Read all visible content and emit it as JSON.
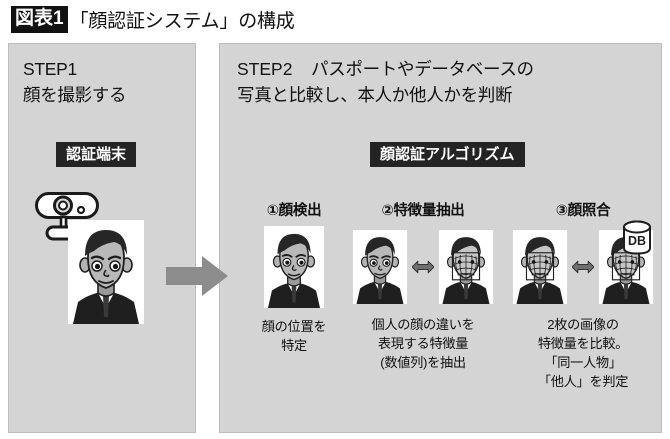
{
  "title": {
    "badge": "図表1",
    "text": "「顔認証システム」の構成"
  },
  "colors": {
    "panel_bg": "#d4d4d4",
    "panel_border": "#bdbdbd",
    "tag_bg": "#242424",
    "tag_text": "#ffffff",
    "arrow_fill": "#8c8c8c",
    "page_bg": "#ffffff",
    "text": "#111111"
  },
  "step1": {
    "heading": "STEP1",
    "subheading": "顔を撮影する",
    "tag": "認証端末",
    "camera_icon": "security-camera-icon",
    "photo_alt": "man-portrait-photo"
  },
  "step2": {
    "heading": "STEP2",
    "subheading_line1": "パスポートやデータベースの",
    "subheading_line2": "写真と比較し、本人か他人かを判断",
    "tag": "顔認証アルゴリズム",
    "db_badge": "DB",
    "substeps": [
      {
        "title": "①顔検出",
        "caption_lines": [
          "顔の位置を",
          "特定"
        ],
        "images": [
          "portrait-plain"
        ],
        "arrow": false
      },
      {
        "title": "②特徴量抽出",
        "caption_lines": [
          "個人の顔の違いを",
          "表現する特徴量",
          "(数値列)を抽出"
        ],
        "images": [
          "portrait-plain",
          "portrait-mesh"
        ],
        "arrow": true
      },
      {
        "title": "③顔照合",
        "caption_lines": [
          "2枚の画像の",
          "特徴量を比較。",
          "「同一人物」",
          "「他人」を判定"
        ],
        "images": [
          "portrait-mesh",
          "portrait-mesh"
        ],
        "arrow": true
      }
    ]
  },
  "flow_arrow": "right-arrow-step1-to-step2"
}
